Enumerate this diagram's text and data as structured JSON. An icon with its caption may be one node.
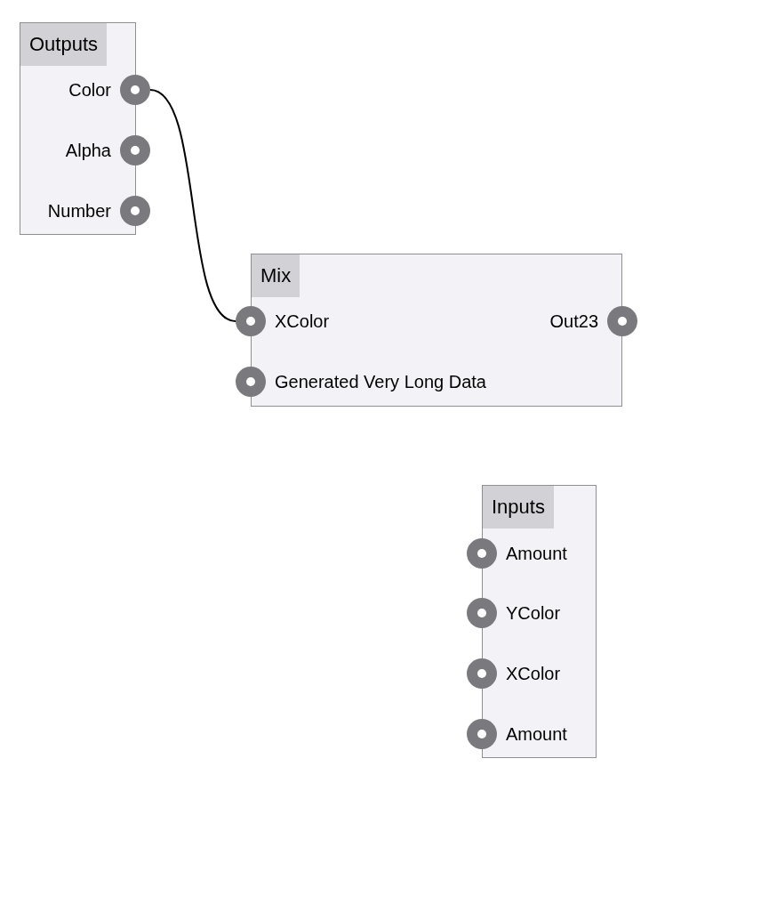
{
  "diagram": {
    "nodes": [
      {
        "text": [
          "Outputs"
        ]
      },
      {
        "text": [],
        "shape": "circle",
        "beside": [
          "Color"
        ]
      },
      {
        "text": [],
        "shape": "circle",
        "beside": [
          "Alpha"
        ]
      },
      {
        "text": [],
        "shape": "circle",
        "beside": [
          "Number"
        ]
      },
      {
        "text": [
          "Mix"
        ]
      },
      {
        "text": [],
        "shape": "circle",
        "beside": [
          "XColor"
        ]
      },
      {
        "text": [],
        "shape": "circle",
        "beside": [
          "Generated Very Long Data"
        ]
      },
      {
        "text": [],
        "shape": "circle",
        "beside": [
          "Out23"
        ]
      },
      {
        "text": [
          "Inputs"
        ]
      },
      {
        "text": [],
        "shape": "circle",
        "beside": [
          "Amount"
        ]
      },
      {
        "text": [],
        "shape": "circle",
        "beside": [
          "YColor"
        ]
      },
      {
        "text": [],
        "shape": "circle",
        "beside": [
          "XColor"
        ]
      },
      {
        "text": [],
        "shape": "circle",
        "beside": [
          "Amount"
        ]
      }
    ],
    "edges": [
      {
        "from": 1,
        "to": 5,
        "arrow": "none"
      }
    ]
  }
}
